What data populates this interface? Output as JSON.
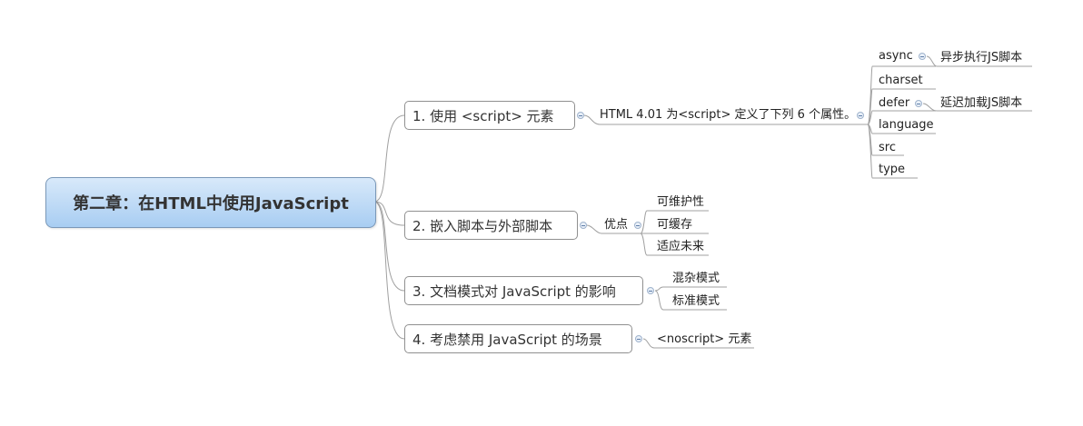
{
  "root": {
    "label": "第二章：在HTML中使用JavaScript"
  },
  "branches": [
    {
      "label": "1. 使用 <script> 元素",
      "child": {
        "label": "HTML 4.01 为<script> 定义了下列 6 个属性。",
        "attributes": [
          {
            "label": "async",
            "note": "异步执行JS脚本"
          },
          {
            "label": "charset"
          },
          {
            "label": "defer",
            "note": "延迟加载JS脚本"
          },
          {
            "label": "language"
          },
          {
            "label": "src"
          },
          {
            "label": "type"
          }
        ]
      }
    },
    {
      "label": "2. 嵌入脚本与外部脚本",
      "child": {
        "label": "优点",
        "items": [
          "可维护性",
          "可缓存",
          "适应未来"
        ]
      }
    },
    {
      "label": "3. 文档模式对 JavaScript 的影响",
      "items": [
        "混杂模式",
        "标准模式"
      ]
    },
    {
      "label": "4. 考虑禁用 JavaScript 的场景",
      "items": [
        "<noscript> 元素"
      ]
    }
  ]
}
